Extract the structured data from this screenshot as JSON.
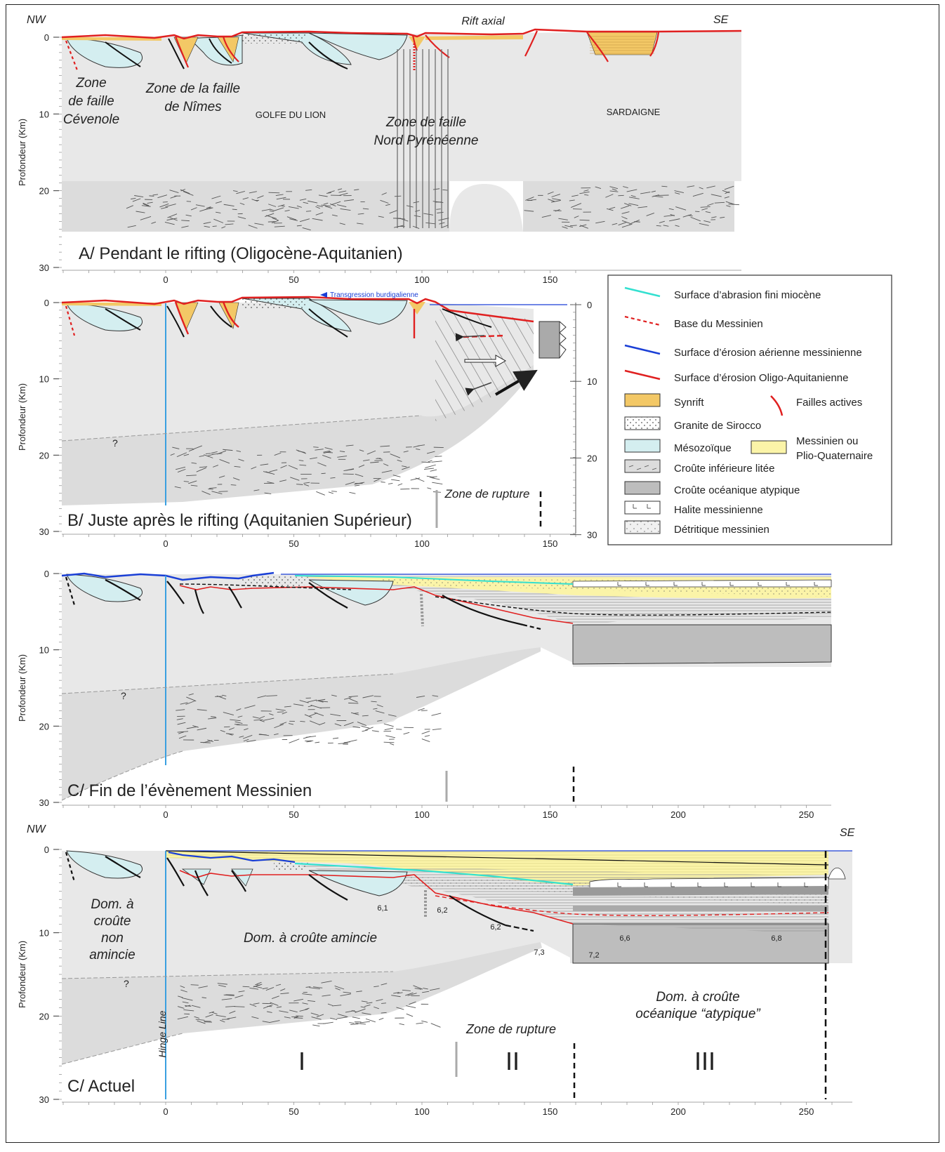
{
  "header": {
    "nw": "NW",
    "se": "SE",
    "rift_axial": "Rift axial"
  },
  "y_axis_label": "Profondeur (Km)",
  "depth_ticks": [
    "0",
    "10",
    "20",
    "30"
  ],
  "panels": [
    {
      "id": "A",
      "caption": "A/ Pendant le rifting (Oligocène-Aquitanien)",
      "x_ticks": [
        "0",
        "50",
        "100",
        "150"
      ],
      "labels": {
        "cevenole": [
          "Zone",
          "de faille",
          "Cévenole"
        ],
        "nimes": [
          "Zone de la faille",
          "de Nîmes"
        ],
        "golfe": "GOLFE DU LION",
        "nord_pyr": [
          "Zone de faille",
          "Nord Pyrénéenne"
        ],
        "sardaigne": "SARDAIGNE"
      }
    },
    {
      "id": "B",
      "caption": "B/ Juste après le rifting (Aquitanien Supérieur)",
      "x_ticks": [
        "0",
        "50",
        "100",
        "150"
      ],
      "right_ticks": [
        "0",
        "10",
        "20",
        "30"
      ],
      "labels": {
        "transgression": "Transgression burdigalienne",
        "question": "?",
        "zone_rupture": "Zone de rupture"
      }
    },
    {
      "id": "C1",
      "caption": "C/ Fin de l’évènement Messinien",
      "x_ticks": [
        "0",
        "50",
        "100",
        "150",
        "200",
        "250"
      ],
      "labels": {
        "question": "?"
      }
    },
    {
      "id": "C2",
      "caption": "C/ Actuel",
      "x_ticks": [
        "0",
        "50",
        "100",
        "150",
        "200",
        "250"
      ],
      "labels": {
        "nw": "NW",
        "se": "SE",
        "dom_non": [
          "Dom. à",
          "croûte",
          "non",
          "amincie"
        ],
        "dom_amincie": "Dom. à croûte amincie",
        "dom_oceanique": [
          "Dom. à croûte",
          "océanique “atypique”"
        ],
        "zone_rupture": "Zone de rupture",
        "hinge": "Hinge Line",
        "question": "?",
        "roman": [
          "I",
          "II",
          "III"
        ],
        "values": [
          "6,1",
          "6,2",
          "6,2",
          "6,6",
          "6,8",
          "7,3",
          "7,2"
        ]
      }
    }
  ],
  "legend": {
    "items": [
      {
        "label": "Surface d’abrasion fini miocène",
        "symbol": "line",
        "color": "#33e0d0"
      },
      {
        "label": "Base du Messinien",
        "symbol": "dashed",
        "color": "#e02020"
      },
      {
        "label": "Surface d’érosion aérienne messinienne",
        "symbol": "line",
        "color": "#1a3fd6"
      },
      {
        "label": "Surface d’érosion Oligo-Aquitanienne",
        "symbol": "line",
        "color": "#e02020"
      },
      {
        "label": "Synrift",
        "symbol": "box",
        "color": "#f3c866"
      },
      {
        "label": "Failles actives",
        "symbol": "fault",
        "color": "#e02020"
      },
      {
        "label": "Granite de Sirocco",
        "symbol": "dots",
        "color": "#ffffff"
      },
      {
        "label": "Mésozoïque",
        "symbol": "box",
        "color": "#d4eef0"
      },
      {
        "label": "Messinien ou Plio-Quaternaire",
        "symbol": "box",
        "color": "#fbf4a8"
      },
      {
        "label": "Croûte inférieure litée",
        "symbol": "dash-box",
        "color": "#dcdcdc"
      },
      {
        "label": "Croûte océanique atypique",
        "symbol": "box",
        "color": "#bdbdbd"
      },
      {
        "label": "Halite messinienne",
        "symbol": "halite",
        "color": "#ffffff"
      },
      {
        "label": "Détritique messinien",
        "symbol": "dots2",
        "color": "#f4f4f4"
      }
    ],
    "messinien_lines": [
      "Messinien ou",
      "Plio-Quaternaire"
    ]
  },
  "colors": {
    "crust": "#e8e8e8",
    "lower_crust": "#dcdcdc",
    "synrift": "#f3c866",
    "mesozoic": "#d4eef0",
    "messinian": "#fbf4a8",
    "oceanic": "#bdbdbd",
    "red": "#e02020",
    "blue": "#1a3fd6",
    "cyan": "#33e0d0",
    "hinge": "#3aa0e0"
  }
}
